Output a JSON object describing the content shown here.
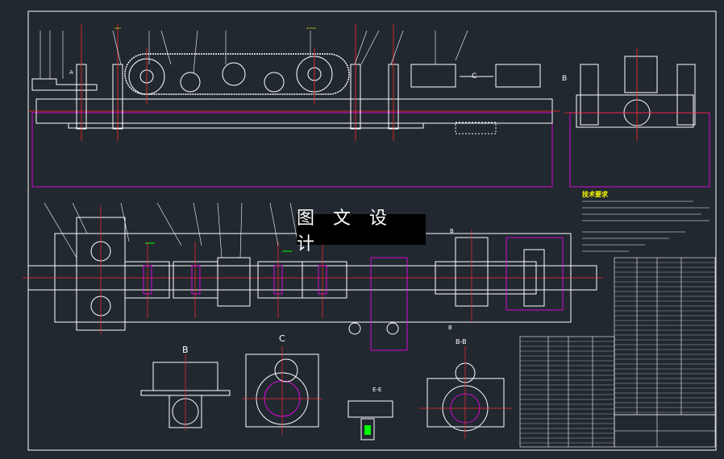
{
  "watermark": "图 文 设 计",
  "section_labels": {
    "B_top": "B",
    "C_top": "C",
    "B_view": "B",
    "C_view": "C",
    "BB_view": "B-B",
    "E_view": "E-E",
    "A_marker": "A",
    "B_marker_1": "B",
    "B_marker_2": "B"
  },
  "notes_title": "技术要求",
  "colors": {
    "background": "#212830",
    "frame": "#ffffff",
    "lines_white": "#ffffff",
    "red": "#ff2a2a",
    "yellow": "#ffff00",
    "magenta": "#ff00ff",
    "green": "#00ff00",
    "cyan": "#00ffff"
  }
}
